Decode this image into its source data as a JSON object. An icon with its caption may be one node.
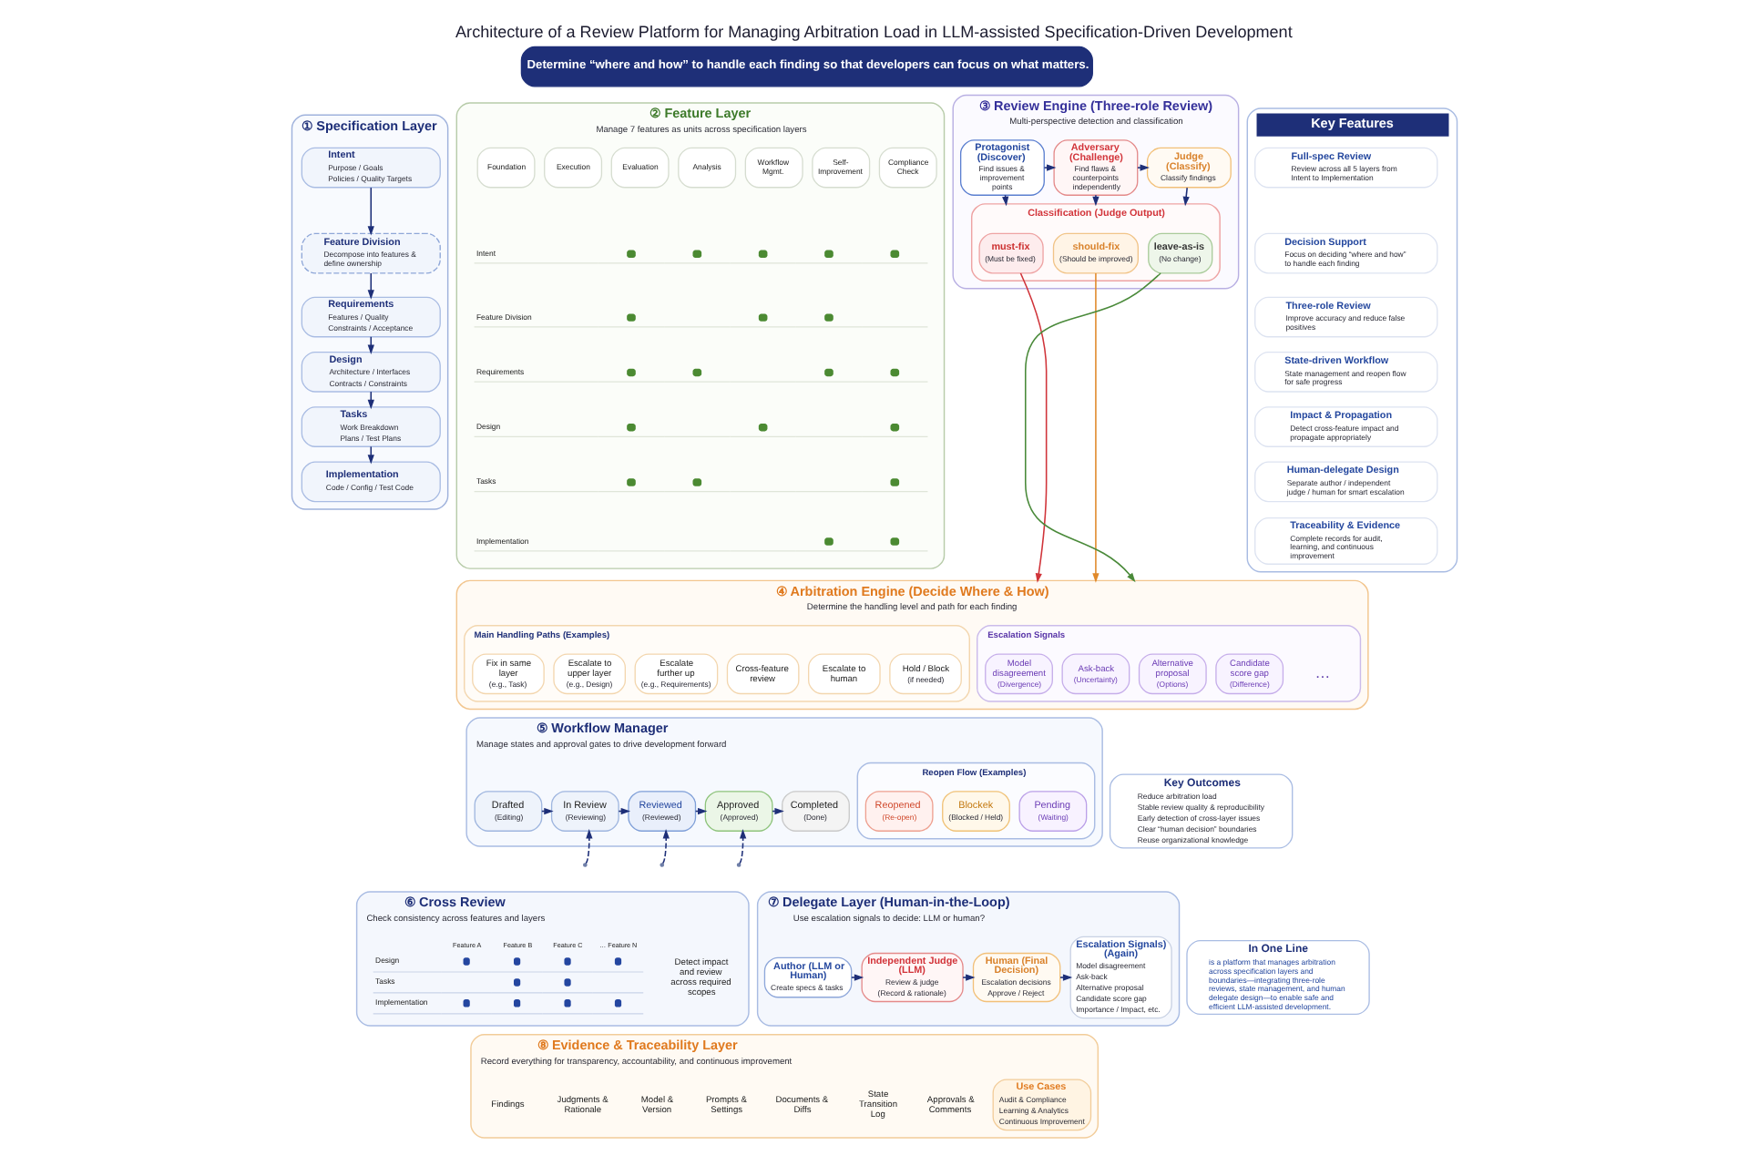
{
  "diagram": {
    "title": "Architecture of a Review Platform for Managing Arbitration Load in LLM-assisted Specification-Driven Development",
    "nodes": [
      {
        "text": [
          "Determine “where and how” to handle each finding so that developers can focus on what matters."
        ]
      },
      {
        "text": [
          "① Specification Layer"
        ]
      },
      {
        "text": [
          "Intent",
          "Purpose / Goals",
          "Policies / Quality Targets"
        ],
        "in": 1
      },
      {
        "text": [
          "Feature Division",
          "Decompose into features & define ownership"
        ],
        "in": 1
      },
      {
        "text": [
          "Requirements",
          "Features / Quality",
          "Constraints / Acceptance"
        ],
        "in": 1
      },
      {
        "text": [
          "Design",
          "Architecture / Interfaces",
          "Contracts / Constraints"
        ],
        "in": 1
      },
      {
        "text": [
          "Tasks",
          "Work Breakdown",
          "Plans / Test Plans"
        ],
        "in": 1
      },
      {
        "text": [
          "Implementation",
          "Code / Config / Test Code"
        ],
        "in": 1
      },
      {
        "text": [
          "② Feature Layer",
          "Manage 7 features as units across specification layers"
        ]
      },
      {
        "text": [
          "Foundation"
        ],
        "in": 8
      },
      {
        "text": [
          "Execution"
        ],
        "in": 8
      },
      {
        "text": [
          "Evaluation"
        ],
        "in": 8
      },
      {
        "text": [
          "Analysis"
        ],
        "in": 8
      },
      {
        "text": [
          "Workflow Mgmt."
        ],
        "in": 8
      },
      {
        "text": [
          "Self-Improvement"
        ],
        "in": 8
      },
      {
        "text": [
          "Compliance Check"
        ],
        "in": 8
      },
      {
        "text": [
          "③ Review Engine (Three-role Review)",
          "Multi-perspective detection and classification"
        ]
      },
      {
        "text": [
          "Protagonist (Discover)",
          "Find issues & improvement points"
        ],
        "in": 16
      },
      {
        "text": [
          "Adversary (Challenge)",
          "Find flaws & counterpoints independently"
        ],
        "in": 16
      },
      {
        "text": [
          "Judge (Classify)",
          "Classify findings"
        ],
        "in": 16
      },
      {
        "text": [
          "Classification (Judge Output)"
        ],
        "in": 16
      },
      {
        "text": [
          "must-fix",
          "(Must be fixed)"
        ],
        "in": 20
      },
      {
        "text": [
          "should-fix",
          "(Should be improved)"
        ],
        "in": 20
      },
      {
        "text": [
          "leave-as-is",
          "(No change)"
        ],
        "in": 20
      },
      {
        "text": [
          "④ Arbitration Engine (Decide Where & How)",
          "Determine the handling level and path for each finding"
        ]
      },
      {
        "text": [
          "Main Handling Paths (Examples)"
        ],
        "in": 24
      },
      {
        "text": [
          "Fix in same layer",
          "(e.g., Task)"
        ],
        "in": 25
      },
      {
        "text": [
          "Escalate to upper layer",
          "(e.g., Design)"
        ],
        "in": 25
      },
      {
        "text": [
          "Escalate further up",
          "(e.g., Requirements)"
        ],
        "in": 25
      },
      {
        "text": [
          "Cross-feature review"
        ],
        "in": 25
      },
      {
        "text": [
          "Escalate to human"
        ],
        "in": 25
      },
      {
        "text": [
          "Hold / Block",
          "(if needed)"
        ],
        "in": 25
      },
      {
        "text": [
          "Escalation Signals"
        ],
        "in": 24
      },
      {
        "text": [
          "Model disagreement",
          "(Divergence)"
        ],
        "in": 32
      },
      {
        "text": [
          "Ask-back",
          "(Uncertainty)"
        ],
        "in": 32
      },
      {
        "text": [
          "Alternative proposal",
          "(Options)"
        ],
        "in": 32
      },
      {
        "text": [
          "Candidate score gap",
          "(Difference)"
        ],
        "in": 32
      },
      {
        "text": [
          "⑤ Workflow Manager",
          "Manage states and approval gates to drive development forward"
        ]
      },
      {
        "text": [
          "Drafted",
          "(Editing)"
        ],
        "in": 37
      },
      {
        "text": [
          "In Review",
          "(Reviewing)"
        ],
        "in": 37
      },
      {
        "text": [
          "Reviewed",
          "(Reviewed)"
        ],
        "in": 37
      },
      {
        "text": [
          "Approved",
          "(Approved)"
        ],
        "in": 37
      },
      {
        "text": [
          "Completed",
          "(Done)"
        ],
        "in": 37
      },
      {
        "text": [
          "Reopen Flow (Examples)"
        ],
        "in": 37
      },
      {
        "text": [
          "Reopened",
          "(Re-open)"
        ],
        "in": 43
      },
      {
        "text": [
          "Blockek",
          "(Blocked / Held)"
        ],
        "in": 43
      },
      {
        "text": [
          "Pending",
          "(Waiting)"
        ],
        "in": 43
      },
      {
        "text": [
          "⑥ Cross Review",
          "Check consistency across features and layers"
        ]
      },
      {
        "text": [
          "⑦ Delegate Layer (Human-in-the-Loop)",
          "Use escalation signals to decide: LLM or human?"
        ]
      },
      {
        "text": [
          "Author (LLM or Human)",
          "Create specs & tasks"
        ],
        "in": 48
      },
      {
        "text": [
          "Independent Judge (LLM)",
          "Review & judge",
          "(Record & rationale)"
        ],
        "in": 48
      },
      {
        "text": [
          "Human (Final Decision)",
          "Escalation decisions",
          "Approve / Reject"
        ],
        "in": 48
      },
      {
        "text": [
          "Escalation Signals) (Again)",
          "Model disagreement",
          "Ask-back",
          "Alternative proposal",
          "Candidate score gap",
          "Importance / Impact, etc."
        ],
        "in": 48
      },
      {
        "text": [
          "⑧ Evidence & Traceability Layer",
          "Record everything for transparency, accountability, and continuous improvement"
        ]
      },
      {
        "text": [
          "Use Cases",
          "Audit & Compliance",
          "Learning & Analytics",
          "Continuous Improvement"
        ],
        "in": 53
      },
      {
        "text": [
          "Key Features"
        ]
      },
      {
        "text": [
          "Full-spec Review",
          "Review across all 5 layers from Intent to Implementation"
        ],
        "in": 55
      },
      {
        "text": [
          "Decision Support",
          "Focus on deciding “where and how” to handle each finding"
        ],
        "in": 55
      },
      {
        "text": [
          "Three-role Review",
          "Improve accuracy and reduce false positives"
        ],
        "in": 55
      },
      {
        "text": [
          "State-driven Workflow",
          "State management and reopen flow for safe progress"
        ],
        "in": 55
      },
      {
        "text": [
          "Impact & Propagation",
          "Detect cross-feature impact and propagate appropriately"
        ],
        "in": 55
      },
      {
        "text": [
          "Human-delegate Design",
          "Separate author / independent judge / human for smart escalation"
        ],
        "in": 55
      },
      {
        "text": [
          "Traceability & Evidence",
          "Complete records for audit, learning, and continuous improvement"
        ],
        "in": 55
      },
      {
        "text": [
          "Key Outcomes",
          "Reduce arbitration load",
          "Stable review quality & reproducibility",
          "Early detection of cross-layer issues",
          "Clear “human decision” boundaries",
          "Reuse organizational knowledge"
        ]
      },
      {
        "text": [
          "In One Line",
          "is a platform that manages arbitration across specification layers and boundaries—integrating three-role reviews, state management, and human delegate design—to enable safe and efficient LLM-assisted development."
        ]
      }
    ],
    "edges": [
      {
        "from": 2,
        "to": 3,
        "arrow": "to"
      },
      {
        "from": 3,
        "to": 4,
        "arrow": "to"
      },
      {
        "from": 4,
        "to": 5,
        "arrow": "to"
      },
      {
        "from": 5,
        "to": 6,
        "arrow": "to"
      },
      {
        "from": 6,
        "to": 7,
        "arrow": "to"
      },
      {
        "from": 17,
        "to": 18,
        "arrow": "to"
      },
      {
        "from": 18,
        "to": 19,
        "arrow": "to"
      },
      {
        "from": 17,
        "to": 20,
        "arrow": "to"
      },
      {
        "from": 18,
        "to": 20,
        "arrow": "to"
      },
      {
        "from": 19,
        "to": 20,
        "arrow": "to"
      },
      {
        "from": 21,
        "to": 24,
        "arrow": "to",
        "color": "#d0343a"
      },
      {
        "from": 22,
        "to": 24,
        "arrow": "to",
        "color": "#e0892b"
      },
      {
        "from": 23,
        "to": 24,
        "arrow": "to",
        "color": "#4a8a3a"
      },
      {
        "from": 38,
        "to": 39,
        "arrow": "to"
      },
      {
        "from": 39,
        "to": 40,
        "arrow": "to"
      },
      {
        "from": 40,
        "to": 41,
        "arrow": "to"
      },
      {
        "from": 41,
        "to": 42,
        "arrow": "to"
      },
      {
        "from": null,
        "to": 39,
        "arrow": "to",
        "style": "dashed"
      },
      {
        "from": null,
        "to": 40,
        "arrow": "to",
        "style": "dashed"
      },
      {
        "from": null,
        "to": 41,
        "arrow": "to",
        "style": "dashed"
      },
      {
        "from": 49,
        "to": 50,
        "arrow": "to"
      },
      {
        "from": 50,
        "to": 51,
        "arrow": "to"
      },
      {
        "from": 51,
        "to": 52,
        "arrow": "to",
        "style": "dashed"
      }
    ],
    "labels": [
      "Intent",
      "Feature Division",
      "Requirements",
      "Design",
      "Tasks",
      "Implementation",
      "…",
      "Feature A",
      "Feature B",
      "Feature C",
      "… Feature N",
      "Design",
      "Tasks",
      "Implementation",
      "Detect impact and review across required scopes",
      "Findings",
      "Judgments & Rationale",
      "Model & Version",
      "Prompts & Settings",
      "Documents & Diffs",
      "State Transition Log",
      "Approvals & Comments"
    ]
  }
}
